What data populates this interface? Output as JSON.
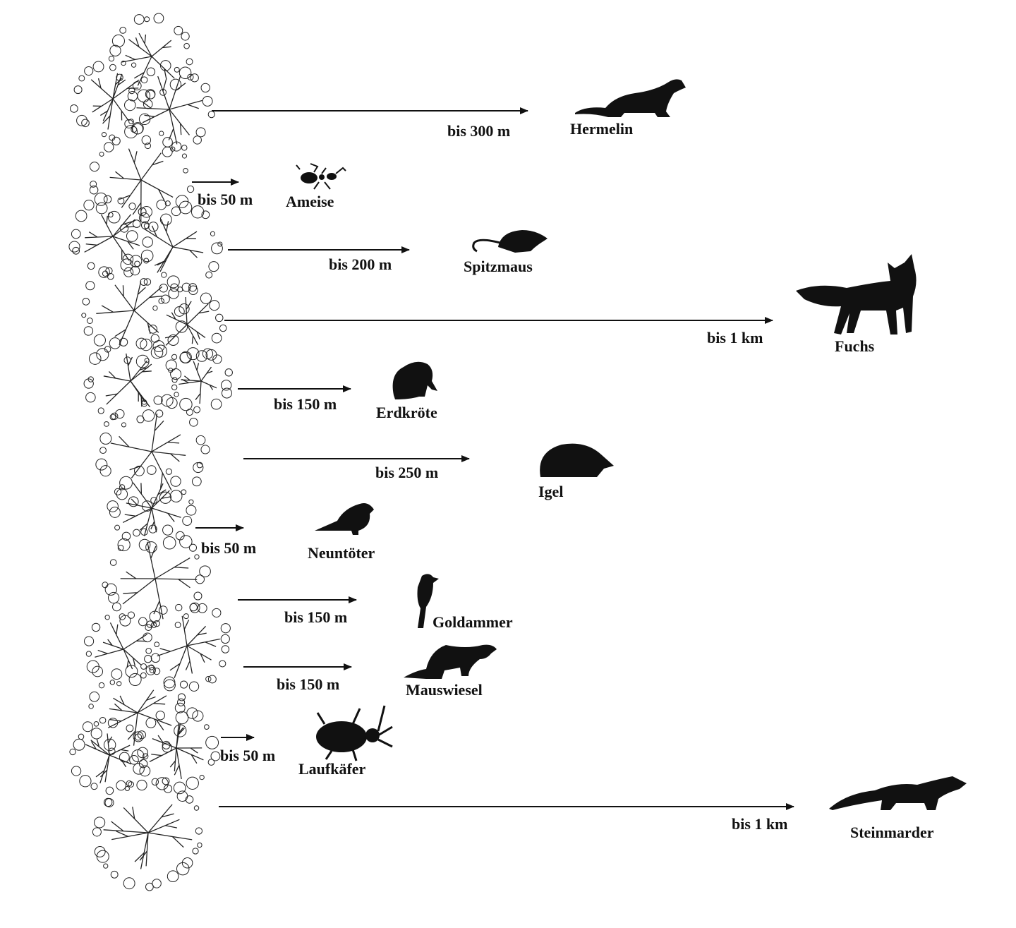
{
  "title": "Aktionsradien von Tieren ausgehend von einer Hecke",
  "colors": {
    "ink": "#111111",
    "background": "#ffffff"
  },
  "rows": [
    {
      "distance": "bis 300 m",
      "animal": "Hermelin",
      "icon": "stoat-icon"
    },
    {
      "distance": "bis 50 m",
      "animal": "Ameise",
      "icon": "ant-icon"
    },
    {
      "distance": "bis 200 m",
      "animal": "Spitzmaus",
      "icon": "shrew-icon"
    },
    {
      "distance": "bis 1 km",
      "animal": "Fuchs",
      "icon": "fox-icon"
    },
    {
      "distance": "bis 150 m",
      "animal": "Erdkröte",
      "icon": "toad-icon"
    },
    {
      "distance": "bis 250 m",
      "animal": "Igel",
      "icon": "hedgehog-icon"
    },
    {
      "distance": "bis 50 m",
      "animal": "Neuntöter",
      "icon": "shrike-icon"
    },
    {
      "distance": "bis 150 m",
      "animal": "Goldammer",
      "icon": "yellowhammer-icon"
    },
    {
      "distance": "bis 150 m",
      "animal": "Mauswiesel",
      "icon": "weasel-icon"
    },
    {
      "distance": "bis 50 m",
      "animal": "Laufkäfer",
      "icon": "beetle-icon"
    },
    {
      "distance": "bis 1 km",
      "animal": "Steinmarder",
      "icon": "marten-icon"
    }
  ]
}
